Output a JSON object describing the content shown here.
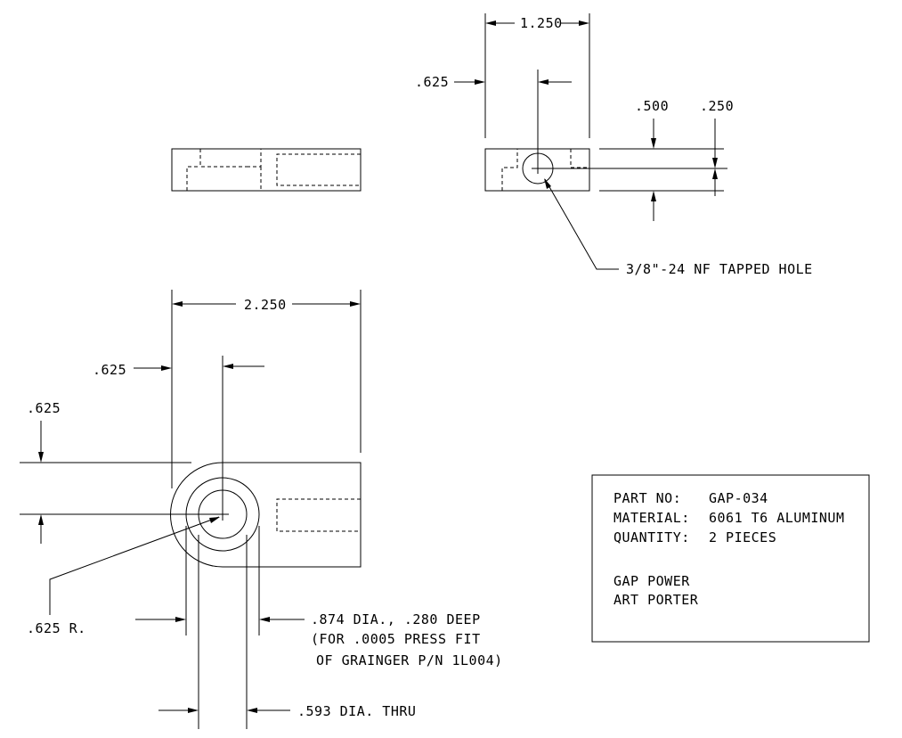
{
  "dimensions": {
    "side_width": "1.250",
    "side_offset": ".625",
    "side_thickness_a": ".500",
    "side_thickness_b": ".250",
    "tapped_hole": "3/8\"-24 NF TAPPED HOLE",
    "top_length": "2.250",
    "top_hole_x": ".625",
    "top_hole_y": ".625",
    "radius": ".625 R.",
    "counterbore_line1": ".874 DIA., .280 DEEP",
    "counterbore_line2": "(FOR .0005 PRESS FIT",
    "counterbore_line3": "OF GRAINGER P/N 1L004)",
    "thru_hole": ".593 DIA. THRU"
  },
  "title_block": {
    "part_no_label": "PART NO:",
    "part_no_value": "GAP-034",
    "material_label": "MATERIAL:",
    "material_value": "6061 T6 ALUMINUM",
    "quantity_label": "QUANTITY:",
    "quantity_value": "2 PIECES",
    "company": "GAP POWER",
    "author": "ART PORTER"
  }
}
